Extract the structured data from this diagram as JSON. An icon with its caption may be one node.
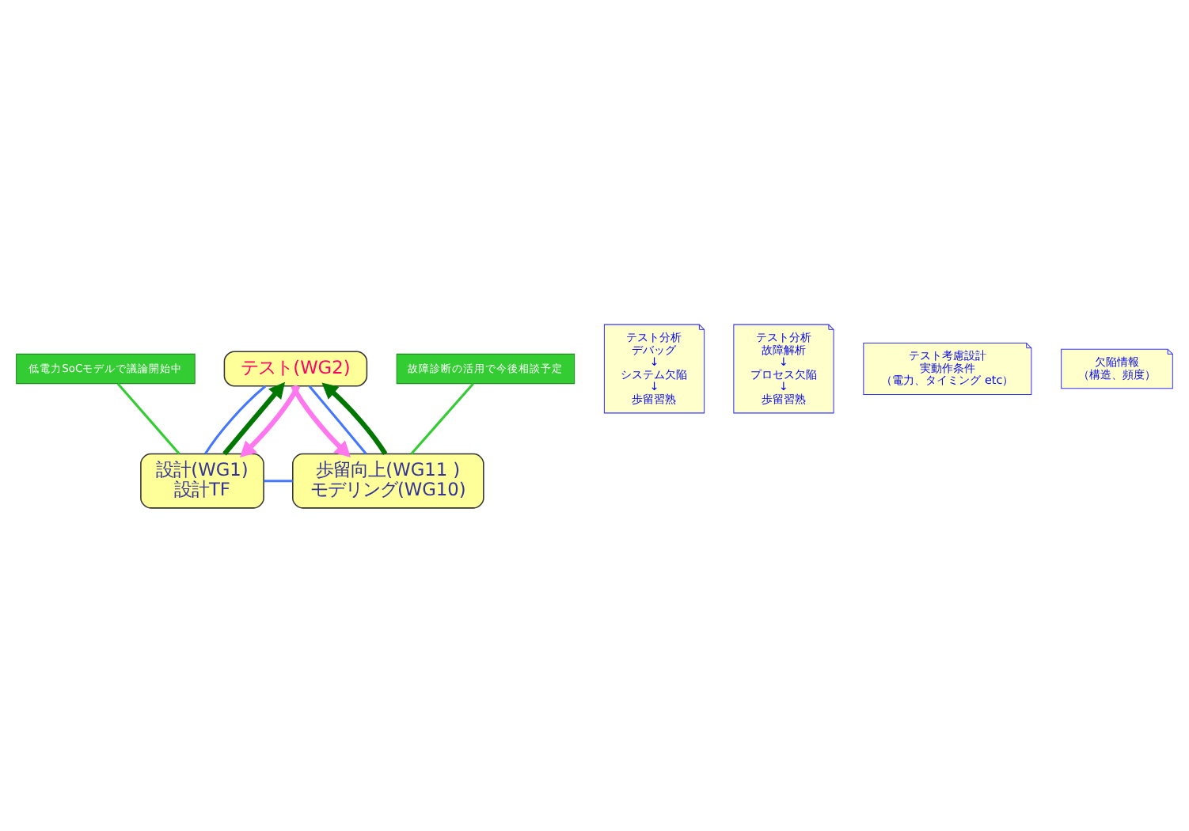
{
  "diagram": {
    "nodes": [
      {
        "text": [
          "テスト(WG2)"
        ]
      },
      {
        "text": [
          "設計(WG1)",
          "設計TF"
        ]
      },
      {
        "text": [
          "歩留向上(WG11 )",
          "モデリング(WG10)"
        ]
      },
      {
        "text": [
          "テスト分析",
          "デバッグ",
          "↓",
          "システム欠陥",
          "↓",
          "歩留習熟"
        ]
      },
      {
        "text": [
          "テスト分析",
          "故障解析",
          "↓",
          "プロセス欠陥",
          "↓",
          "歩留習熟"
        ]
      },
      {
        "text": [
          "テスト考慮設計",
          "実動作条件",
          "（電力、タイミング etc）"
        ]
      },
      {
        "text": [
          "欠陥情報",
          "（構造、頻度）"
        ]
      },
      {
        "text": [
          "低電力SoCモデルで議論開始中"
        ]
      },
      {
        "text": [
          "故障診断の活用で今後相談予定"
        ]
      }
    ],
    "edges": [
      {
        "from": 0,
        "to": 1,
        "arrow": "none"
      },
      {
        "from": 1,
        "to": 2,
        "arrow": "none"
      },
      {
        "from": 2,
        "to": 0,
        "arrow": "none"
      },
      {
        "from": 1,
        "to": 0,
        "arrow": "to",
        "style": "thick",
        "color": "#007700"
      },
      {
        "from": 2,
        "to": 0,
        "arrow": "to",
        "style": "thick",
        "color": "#007700"
      },
      {
        "from": 0,
        "to": 1,
        "arrow": "to",
        "style": "thick",
        "color": "#ff77ee"
      },
      {
        "from": 0,
        "to": 2,
        "arrow": "to",
        "style": "thick",
        "color": "#ff77ee"
      },
      {
        "from": 7,
        "to": 1,
        "arrow": "none",
        "color": "#33cc33"
      },
      {
        "from": 8,
        "to": 2,
        "arrow": "none",
        "color": "#33cc33"
      }
    ]
  }
}
